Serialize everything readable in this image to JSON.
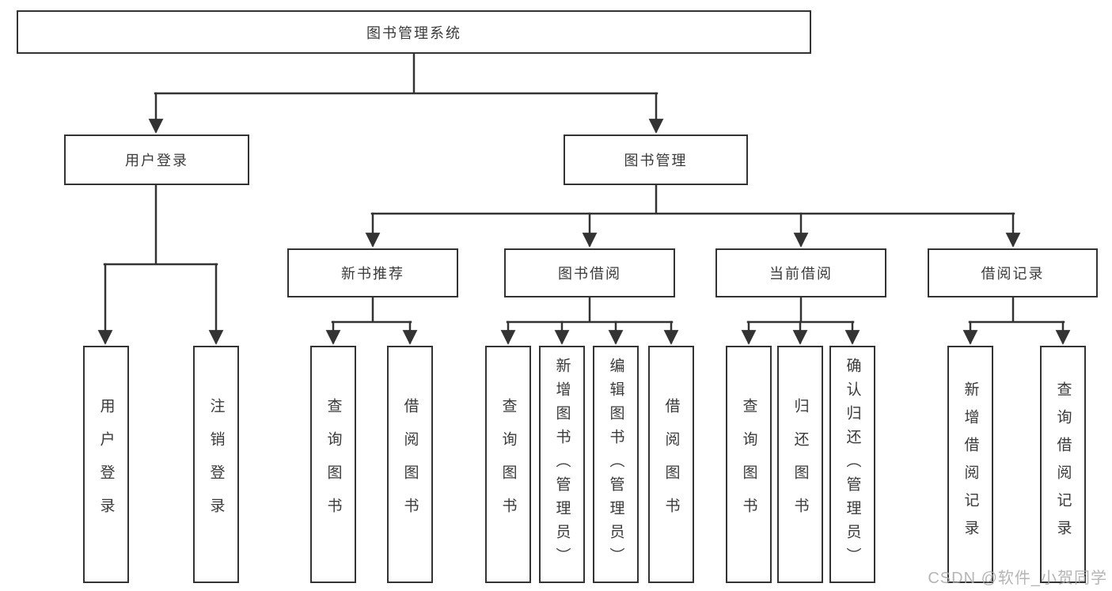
{
  "nodes": {
    "root": "图书管理系统",
    "user_login": "用户登录",
    "book_management": "图书管理",
    "new_book_recommend": "新书推荐",
    "book_borrowing": "图书借阅",
    "current_borrowing": "当前借阅",
    "borrowing_records": "借阅记录",
    "leaf_user_login": "用户登录",
    "leaf_logout": "注销登录",
    "rec_query_books": "查询图书",
    "rec_borrow_books": "借阅图书",
    "bb_query_books": "查询图书",
    "bb_add_books_admin": "新增图书（管理员）",
    "bb_edit_books_admin": "编辑图书（管理员）",
    "bb_borrow_books": "借阅图书",
    "cb_query_books": "查询图书",
    "cb_return_books": "归还图书",
    "cb_confirm_return_admin": "确认归还（管理员）",
    "br_add_record": "新增借阅记录",
    "br_query_record": "查询借阅记录"
  },
  "colors": {
    "line": "#333333",
    "text": "#3a3a3a",
    "watermark": "#a8a8a8"
  },
  "watermark": "CSDN @软件_小贺同学"
}
